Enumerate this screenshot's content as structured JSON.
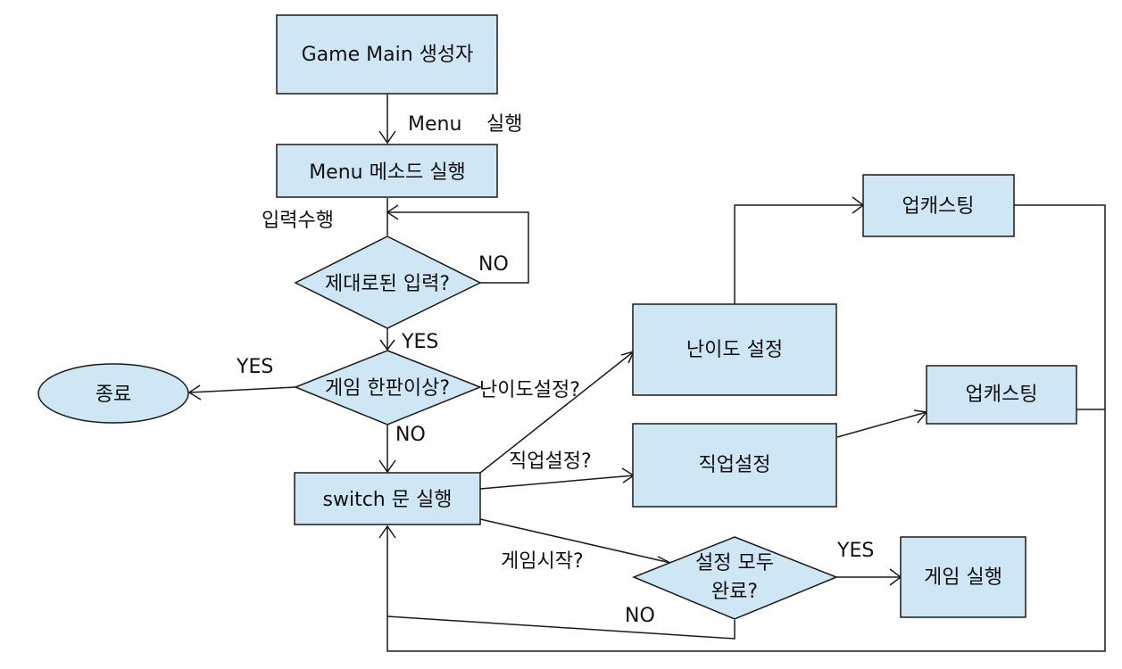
{
  "nodes": {
    "game_main": "Game Main 생성자",
    "menu_method": "Menu 메소드 실행",
    "valid_input": "제대로된 입력?",
    "game_played": "게임 한판이상?",
    "exit": "종료",
    "switch": "switch 문 실행",
    "difficulty": "난이도 설정",
    "job": "직업설정",
    "upcast_1": "업캐스팅",
    "upcast_2": "업캐스팅",
    "all_set_line1": "설정 모두",
    "all_set_line2": "완료?",
    "run_game": "게임 실행"
  },
  "edges": {
    "menu_run": "Menu",
    "menu_run_2": "실행",
    "do_input": "입력수행",
    "no_1": "NO",
    "yes_1": "YES",
    "yes_2": "YES",
    "no_2": "NO",
    "to_difficulty": "난이도설정?",
    "to_job": "직업설정?",
    "to_start": "게임시작?",
    "yes_3": "YES",
    "no_3": "NO"
  }
}
